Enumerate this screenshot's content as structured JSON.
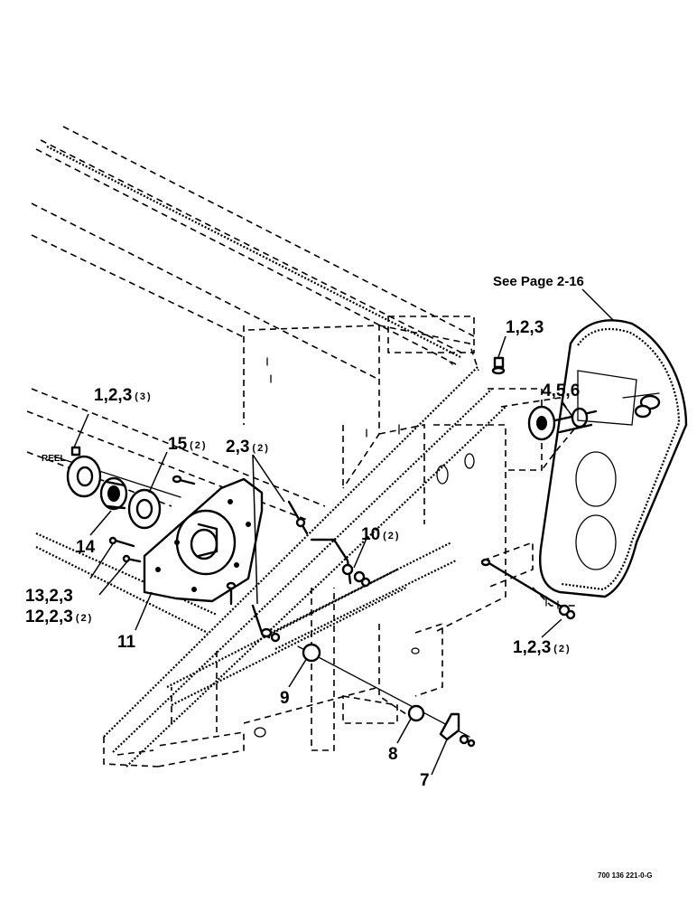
{
  "diagram": {
    "callouts": {
      "c_1_2_3_top": {
        "main": "1,2,3",
        "qty": ""
      },
      "c_4_5_6": {
        "main": "4,5,6",
        "qty": ""
      },
      "c_1_2_3_3": {
        "main": "1,2,3",
        "qty": "(3)"
      },
      "c_15": {
        "main": "15",
        "qty": "(2)"
      },
      "c_2_3": {
        "main": "2,3",
        "qty": "(2)"
      },
      "c_10": {
        "main": "10",
        "qty": "(2)"
      },
      "c_14": {
        "main": "14",
        "qty": ""
      },
      "c_13_2_3": {
        "main": "13,2,3",
        "qty": ""
      },
      "c_12_2_3": {
        "main": "12,2,3",
        "qty": "(2)"
      },
      "c_11": {
        "main": "11",
        "qty": ""
      },
      "c_9": {
        "main": "9",
        "qty": ""
      },
      "c_8": {
        "main": "8",
        "qty": ""
      },
      "c_7": {
        "main": "7",
        "qty": ""
      },
      "c_1_2_3_right": {
        "main": "1,2,3",
        "qty": "(2)"
      }
    },
    "see_page": "See Page 2-16",
    "reel_label": "REEL",
    "drawing_code": "700 136 221-0-G"
  }
}
